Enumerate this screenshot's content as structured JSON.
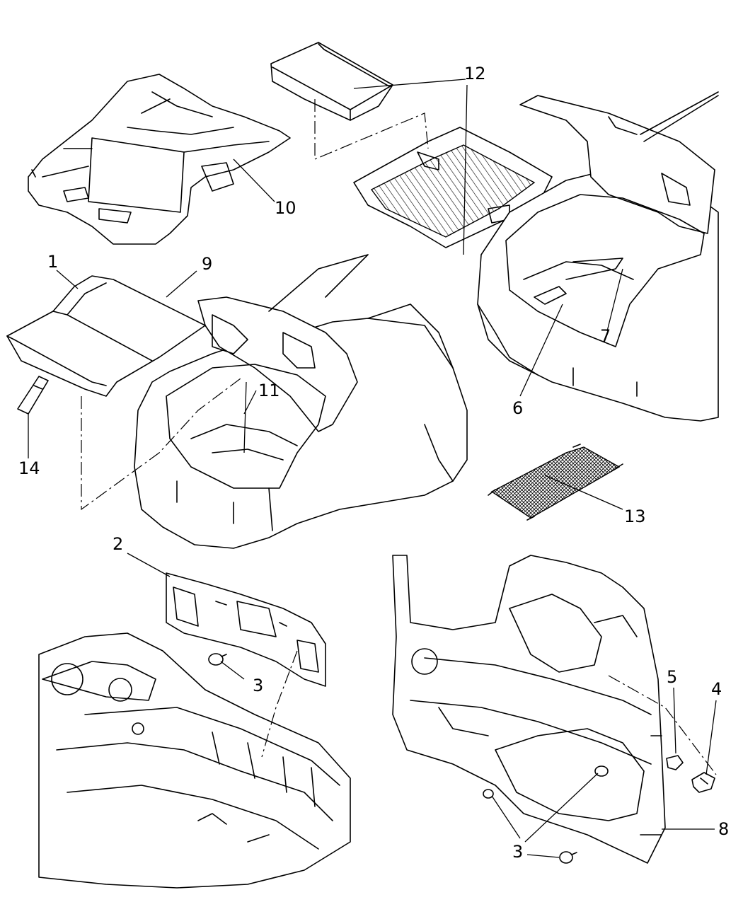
{
  "diagram": {
    "callouts": [
      {
        "id": "c1",
        "label": "1"
      },
      {
        "id": "c2",
        "label": "2"
      },
      {
        "id": "c3a",
        "label": "3"
      },
      {
        "id": "c3b",
        "label": "3"
      },
      {
        "id": "c4",
        "label": "4"
      },
      {
        "id": "c5",
        "label": "5"
      },
      {
        "id": "c6",
        "label": "6"
      },
      {
        "id": "c7",
        "label": "7"
      },
      {
        "id": "c8",
        "label": "8"
      },
      {
        "id": "c9",
        "label": "9"
      },
      {
        "id": "c10",
        "label": "10"
      },
      {
        "id": "c11",
        "label": "11"
      },
      {
        "id": "c12",
        "label": "12"
      },
      {
        "id": "c13",
        "label": "13"
      },
      {
        "id": "c14",
        "label": "14"
      }
    ]
  }
}
